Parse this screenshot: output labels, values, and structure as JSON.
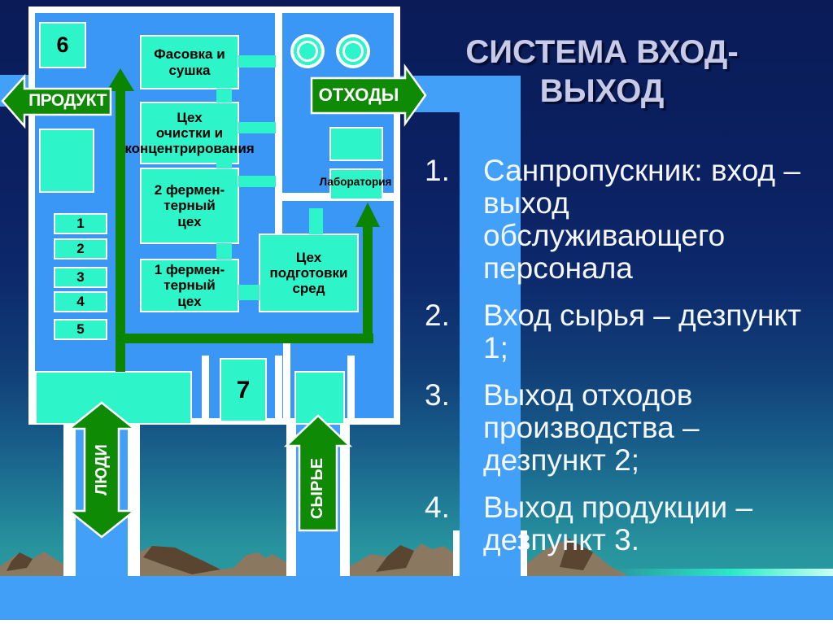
{
  "slide": {
    "title": {
      "line1": "СИСТЕМА ВХОД-",
      "line2": "ВЫХОД"
    },
    "list": [
      {
        "num": "1.",
        "text": "Санпропускник: вход – выход обслуживающего персонала"
      },
      {
        "num": "2.",
        "text": "Вход сырья – дезпункт 1;"
      },
      {
        "num": "3.",
        "text": "Выход отходов производства – дезпункт 2;"
      },
      {
        "num": "4.",
        "text": "Выход продукции – дезпункт 3."
      }
    ],
    "diagram": {
      "rooms": {
        "fasovka": "Фасовка и\nсушка",
        "ochistki": "Цех\nочистки и\nконцентрирования",
        "ferm2": "2 фермен-\nтерный\nцех",
        "ferm1": "1 фермен-\nтерный\nцех",
        "podgot": "Цех\nподготовки\nсред",
        "lab": "Лаборатория"
      },
      "numbers": {
        "n6": "6",
        "n1": "1",
        "n2": "2",
        "n3": "3",
        "n4": "4",
        "n5": "5",
        "n7": "7"
      },
      "arrows": {
        "product": "ПРОДУКТ",
        "waste": "ОТХОДЫ",
        "people": "ЛЮДИ",
        "raw": "СЫРЬЕ"
      }
    },
    "colors": {
      "corridor_blue": "#42A0F8",
      "diagram_blue": "#3B97F5",
      "room_cyan": "#2DF5C9",
      "flow_green": "#0B8402",
      "arrow_green": "#0E8A05",
      "title_text": "#C8CBE8",
      "list_text": "#FFFFFF",
      "mountain_light": "#8A7861",
      "mountain_dark": "#594530",
      "bottom_strip": "#429FF8"
    }
  }
}
